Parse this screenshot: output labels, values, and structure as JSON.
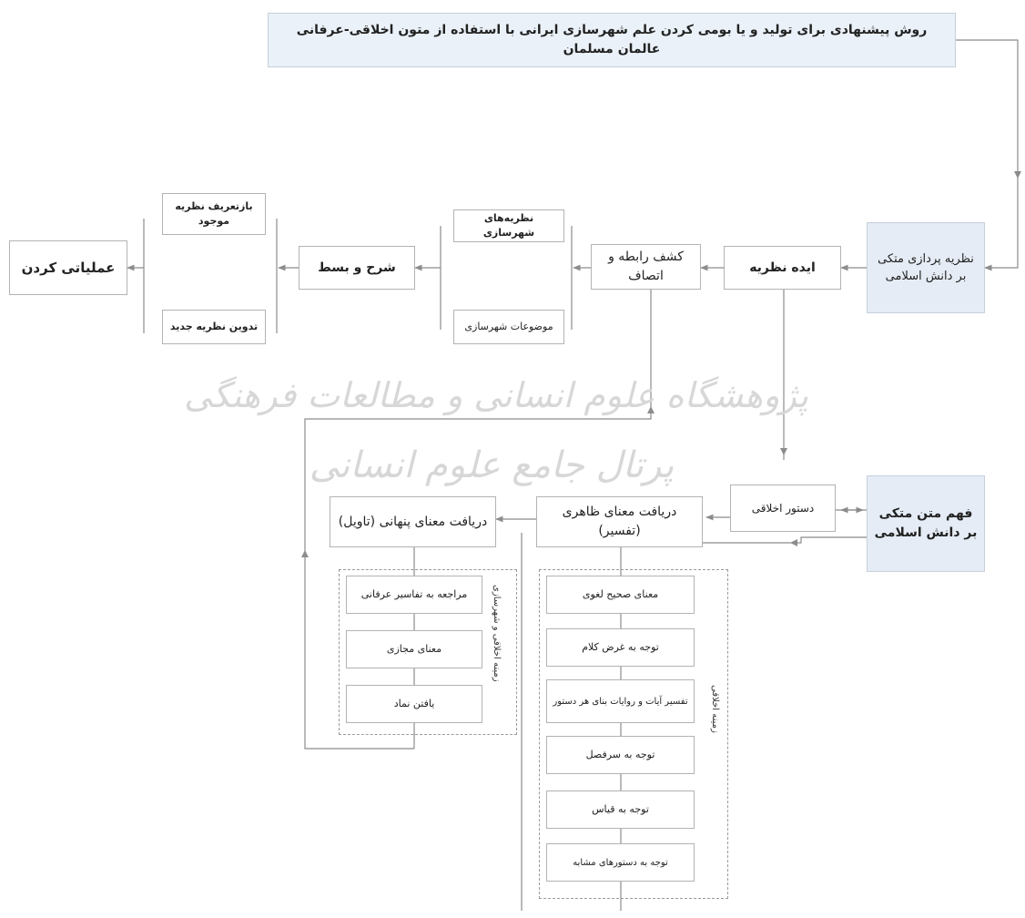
{
  "title": "روش پیشنهادی برای تولید و یا بومی کردن علم شهرسازی ایرانی با استفاده از متون اخلاقی-عرفانی عالمان مسلمان",
  "watermark": {
    "line1": "پژوهشگاه علوم انسانی و مطالعات فرهنگی",
    "line2": "پرتال جامع علوم انسانی"
  },
  "nodes": {
    "theorizing": "نظریه پردازی متکی بر دانش اسلامی",
    "idea": "ایده نظریه",
    "link": "کشف رابطه و اتصاف",
    "urban_theories": "نظریه‌های شهرسازی",
    "urban_topics": "موضوعات شهرسازی",
    "explain": "شرح و بسط",
    "redefine": "بازتعریف نظریه موجود",
    "new_theory": "تدوین نظریه جدید",
    "operational": "عملیاتی کردن",
    "understanding": "فهم متن متکی بر دانش اسلامی",
    "moral_order": "دستور اخلاقی",
    "apparent": "دریافت معنای ظاهری (تفسیر)",
    "hidden": "دریافت معنای پنهانی (تاویل)"
  },
  "hidden_steps": [
    "مراجعه به تفاسیر عرفانی",
    "معنای مجازی",
    "یافتن نماد"
  ],
  "hidden_group_label": "زمینه اخلاقی و شهرسازی",
  "apparent_steps": [
    "معنای صحیح لغوی",
    "توجه به غرض کلام",
    "تفسیر آیات و روایات بنای هر دستور",
    "توجه به سرفصل",
    "توجه به قیاس",
    "توجه به دستورهای مشابه"
  ],
  "apparent_group_label": "زمینه اخلاقی",
  "colors": {
    "shaded": "#e8eff8",
    "border": "#b3b3b3",
    "line": "#8c8c8c",
    "watermark": "#d7d7d7"
  }
}
